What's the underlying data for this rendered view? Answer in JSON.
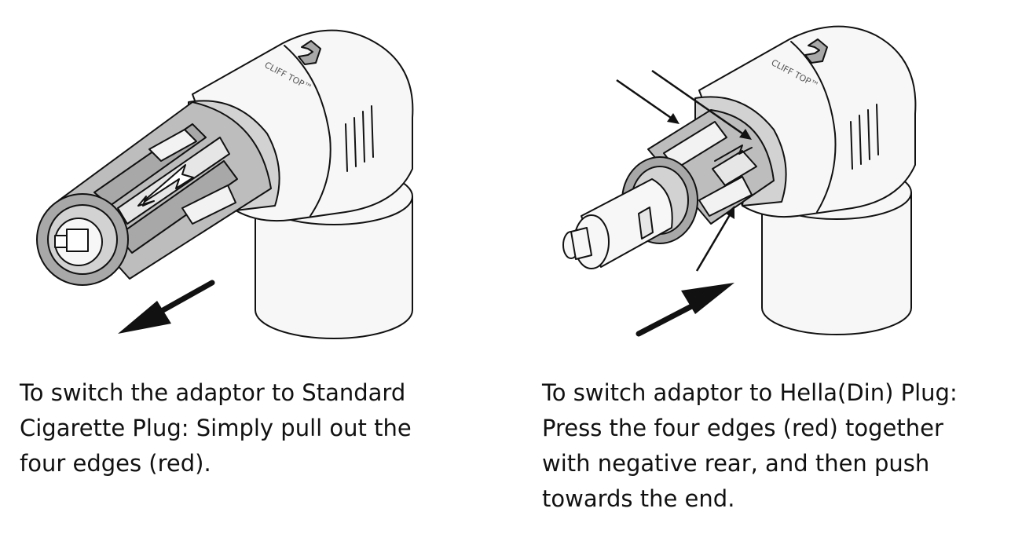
{
  "brand_mark": "CLIFF TOP™",
  "colors": {
    "outline": "#111111",
    "body": "#f7f7f7",
    "band": "#a8a8a8",
    "inner": "#d2d2d2",
    "shadow": "#8c8c8c",
    "arrow": "#111111"
  },
  "left_step": {
    "caption_lines": [
      "To switch the adaptor to Standard",
      "Cigarette Plug: Simply pull out the",
      "four edges (red)."
    ]
  },
  "right_step": {
    "caption_lines": [
      "To switch adaptor to Hella(Din) Plug:",
      "Press the four edges (red) together",
      "with negative rear, and then push",
      "towards the end."
    ]
  }
}
